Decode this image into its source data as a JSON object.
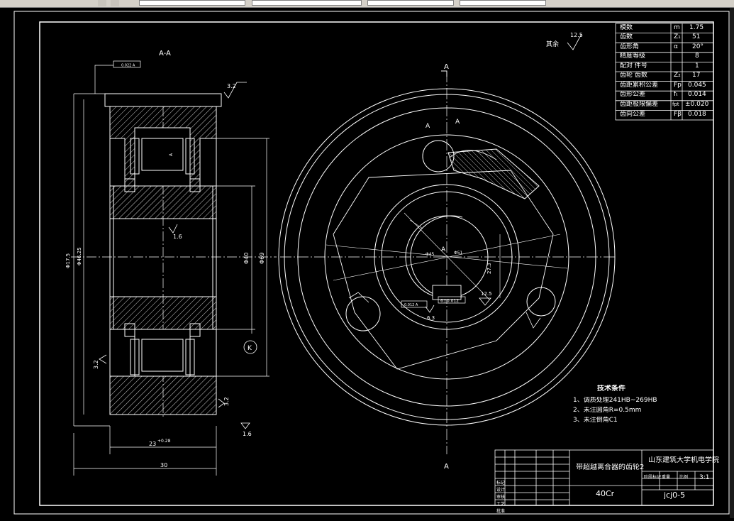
{
  "section_label": "A-A",
  "section_marks": [
    "A",
    "A",
    "A",
    "A"
  ],
  "other_finish_label": "其余",
  "other_finish_value": "12.5",
  "dims": {
    "length_30": "30",
    "length_23": "23",
    "length_23_tol": "+0.28",
    "dia_40": "Φ40",
    "dia_69": "Φ69",
    "dia_left1": "Φ17.5",
    "dia_left2": "Φ46.25",
    "bore_dia_a": "Φ45",
    "bore_dia_b": "Φ51",
    "key_dim": "27.3",
    "keyway_tol": "6±0.012",
    "rough_32_top": "3.2",
    "rough_16_bore": "1.6",
    "rough_32_left": "3.2",
    "rough_32_right": "3.2",
    "rough_16_bottom": "1.6",
    "rough_125_key": "12.5",
    "rough_63_key": "6.3",
    "tol_frame_top": "0.022 A",
    "tol_frame_key": "0.012 A",
    "datum_k": "K"
  },
  "gear_table": [
    [
      "模数",
      "m",
      "1.75"
    ],
    [
      "齿数",
      "Z₁",
      "51"
    ],
    [
      "齿形角",
      "α",
      "20°"
    ],
    [
      "精度等级",
      "",
      "8"
    ],
    [
      "配对 件号",
      "",
      "1"
    ],
    [
      "齿轮 齿数",
      "Z₂",
      "17"
    ],
    [
      "齿距累积公差",
      "Fp",
      "0.045"
    ],
    [
      "齿形公差",
      "fₜ",
      "0.014"
    ],
    [
      "齿距极限偏差",
      "fpt",
      "±0.020"
    ],
    [
      "齿向公差",
      "Fβ",
      "0.018"
    ]
  ],
  "tech_req": {
    "title": "技术条件",
    "lines": [
      "1、调质处理241HB~269HB",
      "2、未注圆角R=0.5mm",
      "3、未注倒角C1"
    ]
  },
  "title_block": {
    "part_name": "带超越离合器的齿轮2",
    "school": "山东建筑大学机电学院",
    "material": "40Cr",
    "scale": "3:1",
    "drawing_no": "jcj0-5",
    "row_labels": [
      "标记",
      "设计",
      "审核",
      "工艺",
      "批准"
    ],
    "col_labels": [
      "阶段标记",
      "重量",
      "比例"
    ]
  },
  "colors": {
    "line": "#ffffff",
    "center": "#e8e8e8",
    "bg": "#000000",
    "toolbar": "#d4d0c8"
  }
}
